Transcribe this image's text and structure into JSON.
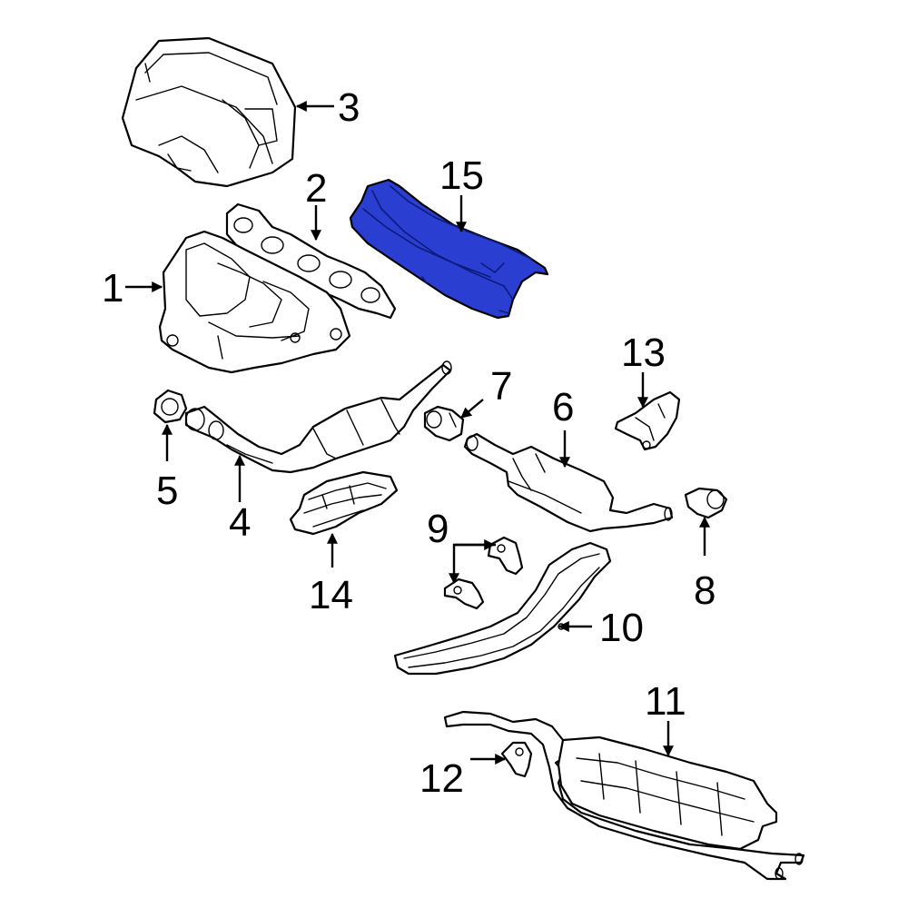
{
  "colors": {
    "background": "#ffffff",
    "line": "#000000",
    "highlight": "#2a3fd1"
  },
  "highlighted_part": "15",
  "callouts": {
    "c1": "1",
    "c2": "2",
    "c3": "3",
    "c4": "4",
    "c5": "5",
    "c6": "6",
    "c7": "7",
    "c8": "8",
    "c9": "9",
    "c10": "10",
    "c11": "11",
    "c12": "12",
    "c13": "13",
    "c14": "14",
    "c15": "15"
  }
}
